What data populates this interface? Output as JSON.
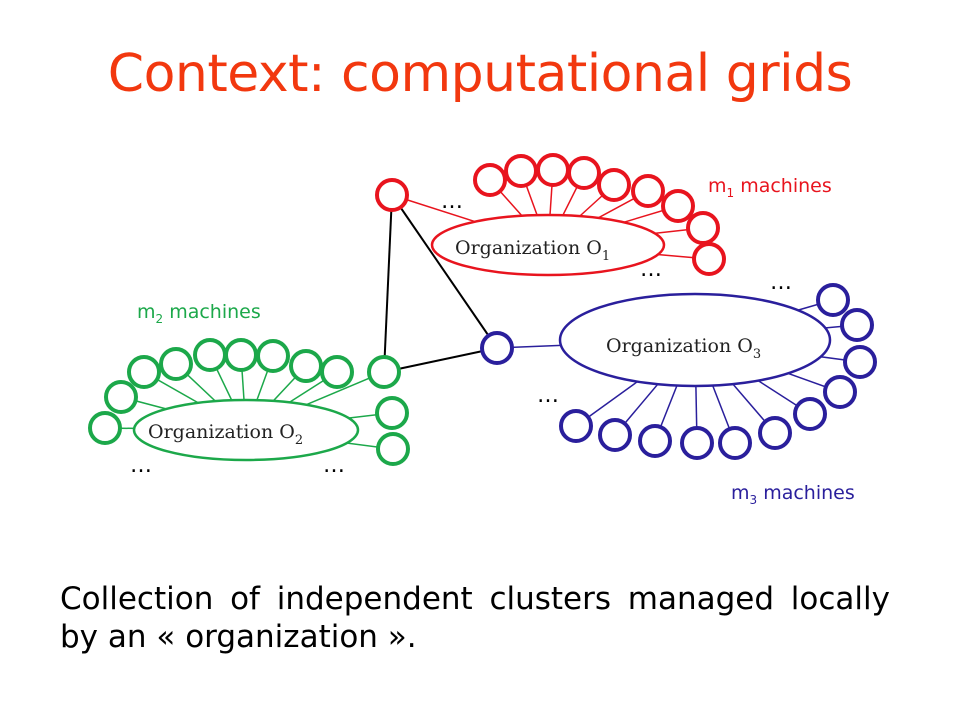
{
  "title": "Context: computational grids",
  "colors": {
    "title": "#f2380f",
    "org1": "#e8141e",
    "org2": "#1ca84a",
    "org3": "#2a1f9c",
    "links": "#000000"
  },
  "organizations": [
    {
      "id": "o1",
      "label": "Organization O",
      "sub": "1",
      "machines_prefix": "m",
      "machines_sub": "1",
      "machines_suffix": " machines"
    },
    {
      "id": "o2",
      "label": "Organization O",
      "sub": "2",
      "machines_prefix": "m",
      "machines_sub": "2",
      "machines_suffix": " machines"
    },
    {
      "id": "o3",
      "label": "Organization O",
      "sub": "3",
      "machines_prefix": "m",
      "machines_sub": "3",
      "machines_suffix": " machines"
    }
  ],
  "ellipsis": "…",
  "caption": "Collection of independent clusters managed locally by an « organization »."
}
